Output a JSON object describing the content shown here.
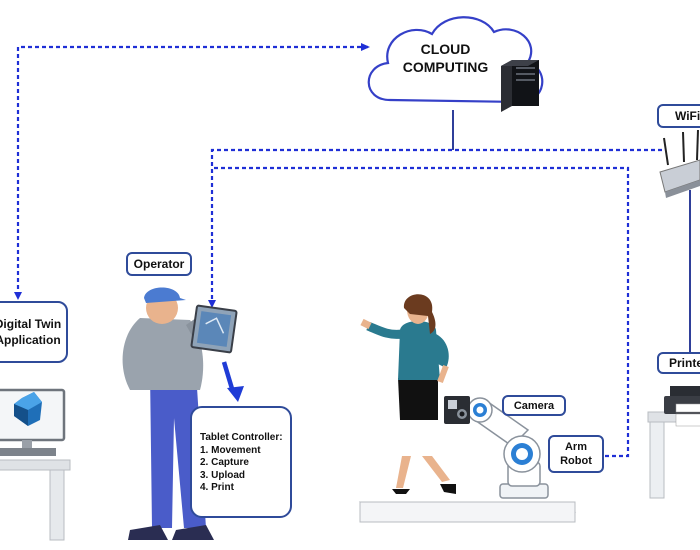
{
  "cloud": {
    "line1": "CLOUD",
    "line2": "COMPUTING"
  },
  "labels": {
    "wifi": "WiFi",
    "operator": "Operator",
    "camera": "Camera",
    "arm_robot_line1": "Arm",
    "arm_robot_line2": "Robot",
    "printer": "Printer",
    "digital_twin_line1": "Digital Twin",
    "digital_twin_line2": "Application"
  },
  "tablet_controller": {
    "title": "Tablet Controller:",
    "items": [
      "1. Movement",
      "2. Capture",
      "3. Upload",
      "4. Print"
    ]
  },
  "colors": {
    "link": "#1f2fd6",
    "box_border": "#2f4b9a",
    "cloud_border": "#3540c8",
    "hoodie": "#9aa3ad",
    "pants": "#4a5cc9",
    "cap": "#4b7bd1",
    "dress_top": "#2a7a8f",
    "skirt": "#111111",
    "robot": "#2b7fd4",
    "twin_cube": "#1f6fb8"
  },
  "icons": [
    "server-icon",
    "router-icon",
    "tablet-icon",
    "monitor-icon",
    "printer-icon",
    "camera-icon"
  ]
}
